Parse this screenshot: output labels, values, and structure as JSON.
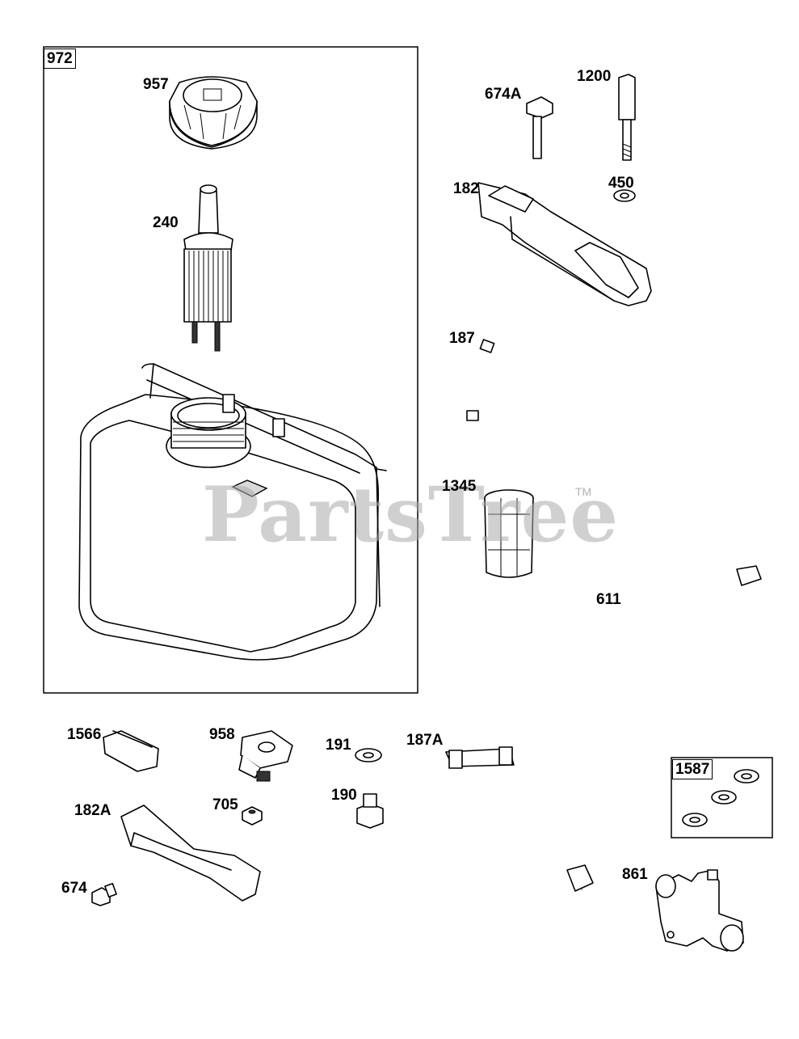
{
  "watermark": {
    "text": "PartsTree",
    "trademark": "TM"
  },
  "assembly_box": {
    "label": "972"
  },
  "kit_box": {
    "label": "1587"
  },
  "parts": {
    "p957": "957",
    "p240": "240",
    "p674A": "674A",
    "p1200": "1200",
    "p182": "182",
    "p450": "450",
    "p187": "187",
    "p1345": "1345",
    "p611": "611",
    "p1566": "1566",
    "p958": "958",
    "p191": "191",
    "p187A": "187A",
    "p182A": "182A",
    "p705": "705",
    "p190": "190",
    "p674": "674",
    "p861": "861"
  }
}
